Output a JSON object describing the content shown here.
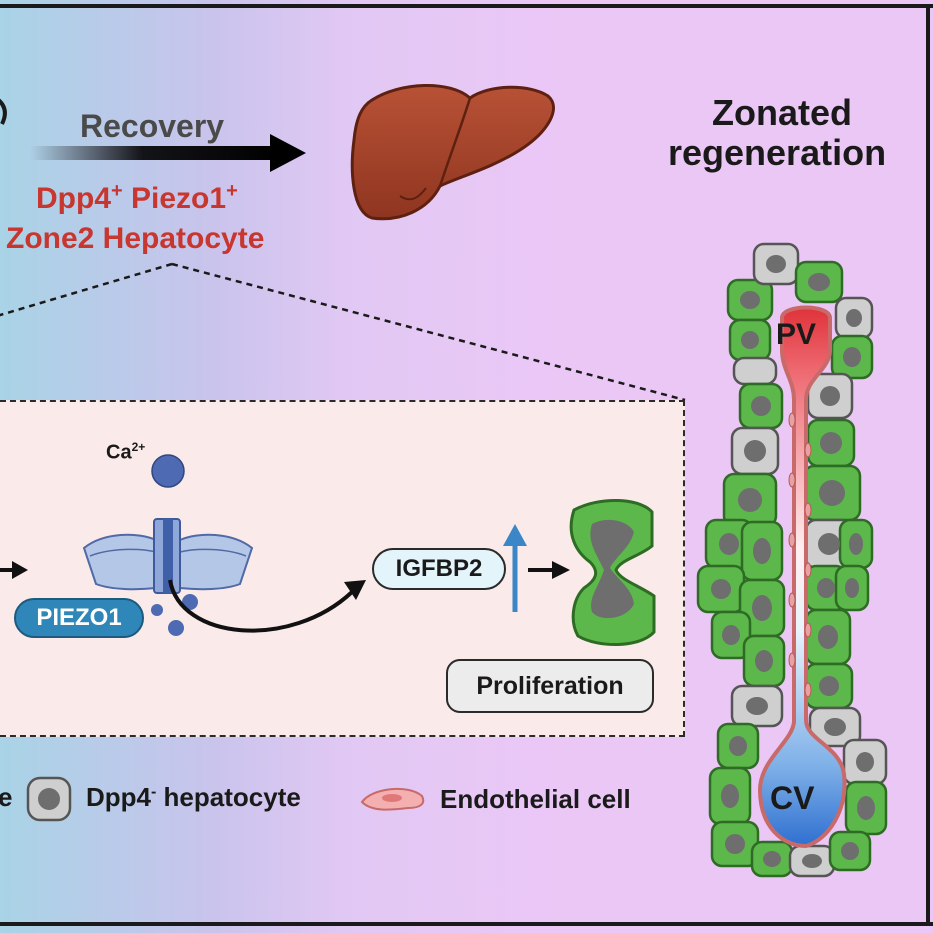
{
  "top": {
    "arrow_label": "Recovery",
    "cell_type_line1_a": "Dpp4",
    "cell_type_line1_a_sup": "+",
    "cell_type_line1_b": " Piezo1",
    "cell_type_line1_b_sup": "+",
    "cell_type_line2": "Zone2 Hepatocyte"
  },
  "title": {
    "line1": "Zonated",
    "line2": "regeneration"
  },
  "mechanism": {
    "ion": "Ca",
    "ion_charge": "2+",
    "channel": "PIEZO1",
    "target": "IGFBP2",
    "outcome": "Proliferation"
  },
  "legend": {
    "fragment_left": "e",
    "dpp4_negative_a": "Dpp4",
    "dpp4_negative_sup": "-",
    "dpp4_negative_b": " hepatocyte",
    "endothelial": "Endothelial cell"
  },
  "lobule": {
    "portal_vein": "PV",
    "central_vein": "CV"
  },
  "colors": {
    "hepatocyte_green": "#5cb84a",
    "nucleus_gray": "#6e6e6e",
    "liver_red": "#a8432a",
    "label_red": "#c8372f",
    "piezo_blue": "#2f86b8",
    "pv_red": "#e0323a",
    "cv_blue": "#2f6fd0"
  }
}
